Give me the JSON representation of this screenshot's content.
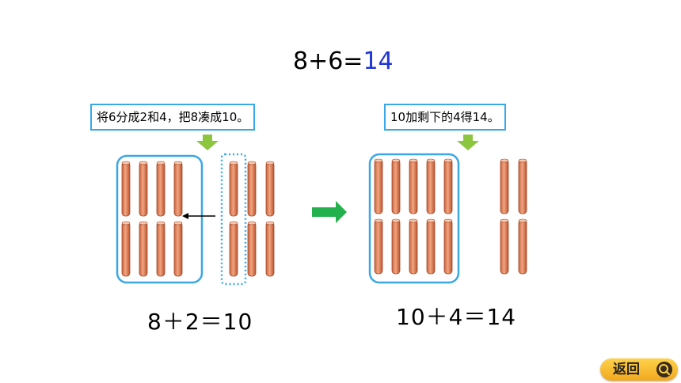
{
  "title": {
    "expression": "8+6=",
    "answer": "14"
  },
  "left_panel": {
    "hint": "将6分成2和4，把8凑成10。",
    "equation": "8＋2＝10"
  },
  "right_panel": {
    "hint": "10加剩下的4得14。",
    "equation": "10＋4＝14"
  },
  "back_button": {
    "label": "返回",
    "icon": "search-icon"
  },
  "colors": {
    "accent_blue": "#3aa7e6",
    "answer_blue": "#1f35d6",
    "arrow_green": "#8cc63f",
    "move_arrow_green": "#22b14c",
    "stick_orange": "#e8936a",
    "button_yellow": "#f6c02f"
  }
}
